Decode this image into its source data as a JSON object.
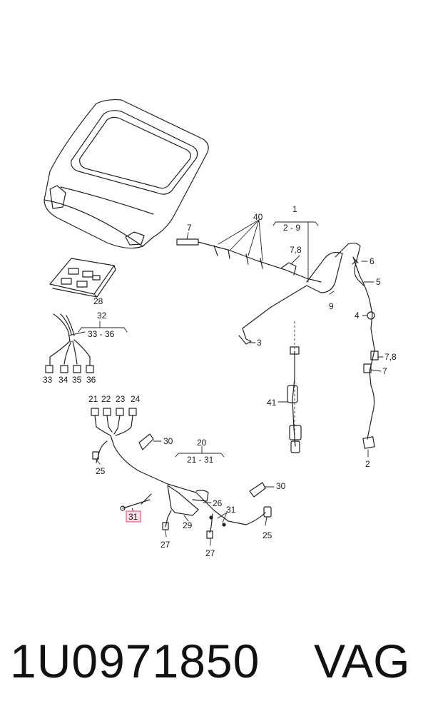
{
  "labels": {
    "l7": "7",
    "l40": "40",
    "l1": "1",
    "l2_9": "2 - 9",
    "l78a": "7,8",
    "l6": "6",
    "l5": "5",
    "l9": "9",
    "l4": "4",
    "l3": "3",
    "l78b": "7,8",
    "l7b": "7",
    "l41": "41",
    "l2": "2",
    "l28": "28",
    "l32": "32",
    "l33_36": "33 - 36",
    "l33": "33",
    "l34": "34",
    "l35": "35",
    "l36": "36",
    "l21": "21",
    "l22": "22",
    "l23": "23",
    "l24": "24",
    "l30a": "30",
    "l20": "20",
    "l21_31": "21 - 31",
    "l25a": "25",
    "l30b": "30",
    "l26": "26",
    "l31a": "31",
    "l31b": "31",
    "l29": "29",
    "l27a": "27",
    "l27b": "27",
    "l25b": "25"
  },
  "footer": {
    "part_number": "1U0971850",
    "brand": "VAG"
  },
  "colors": {
    "highlight": "#e8406a",
    "highlight_fill": "#fbdde6",
    "line": "#222222"
  }
}
